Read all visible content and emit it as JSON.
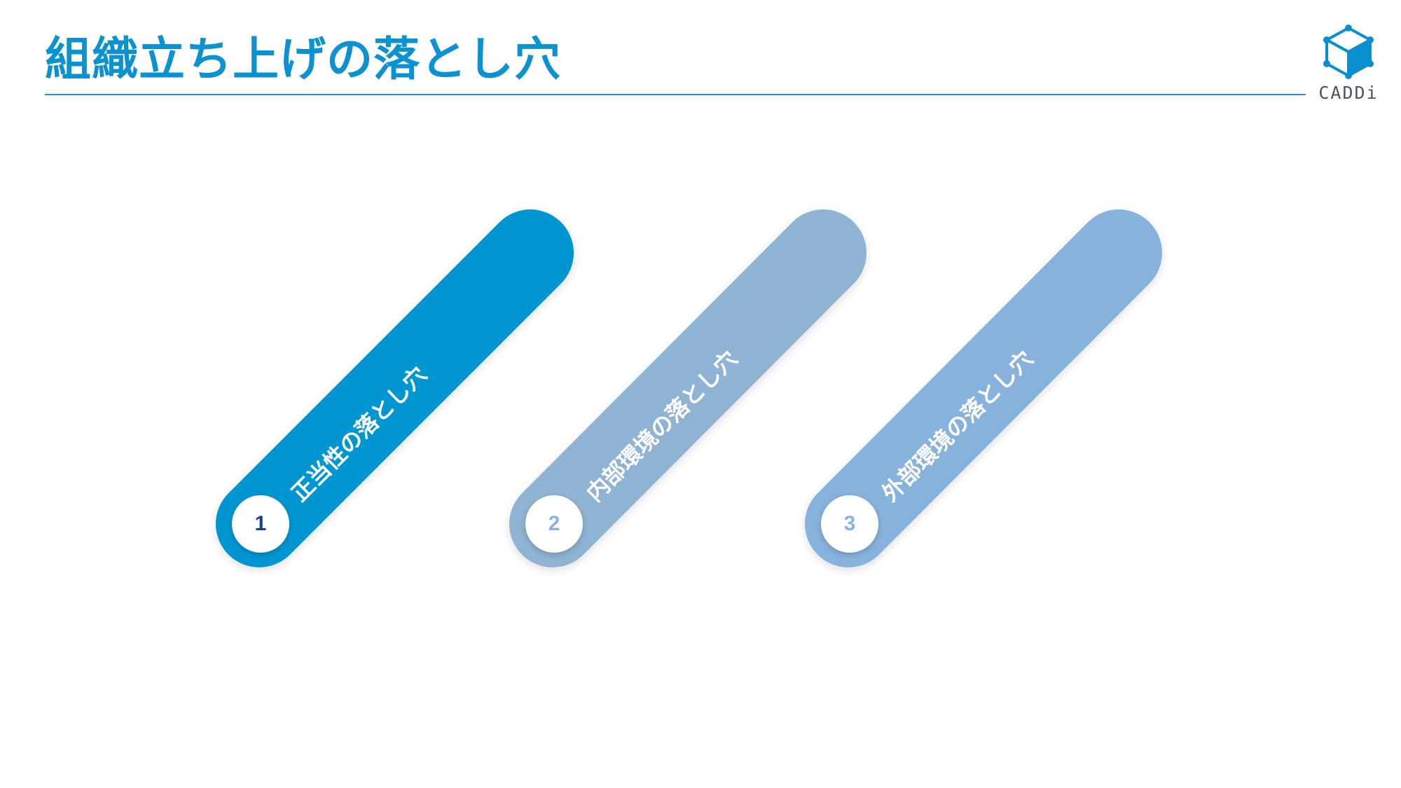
{
  "header": {
    "title": "組織立ち上げの落とし穴"
  },
  "logo": {
    "text": "CADDi",
    "icon": "cube-icon"
  },
  "colors": {
    "title": "#0b92d0",
    "rule": "#1a9bd6",
    "pill_1": "#0096d1",
    "pill_2": "#8fb3d2",
    "pill_3": "#87b2dc",
    "num_1": "#1a3e8f",
    "num_2": "#8eb0e8",
    "num_3": "#8eb0e8"
  },
  "pitfalls": [
    {
      "number": "1",
      "label": "正当性の落とし穴"
    },
    {
      "number": "2",
      "label": "内部環境の落とし穴"
    },
    {
      "number": "3",
      "label": "外部環境の落とし穴"
    }
  ]
}
